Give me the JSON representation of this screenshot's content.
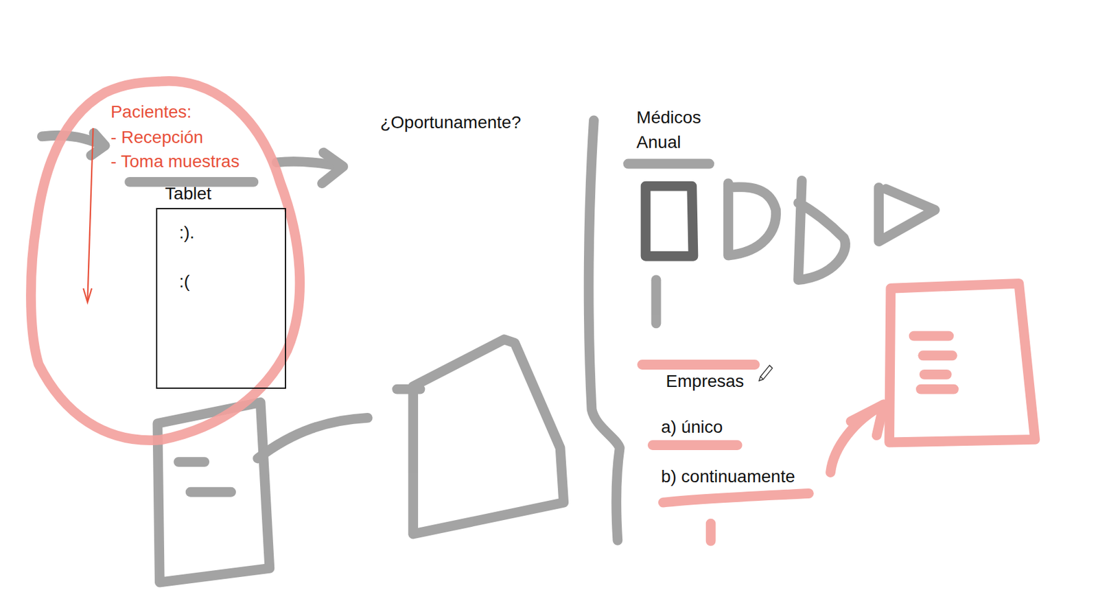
{
  "diagram": {
    "nodes": [
      {
        "text": [
          "Pacientes:",
          "- Recepción",
          "- Toma muestras"
        ]
      },
      {
        "text": [
          "Tablet",
          ":).",
          ":("
        ]
      }
    ],
    "labels": [
      "¿Oportunamente?",
      "Médicos",
      "Anual",
      "Empresas",
      "a) único",
      "b) continuamente"
    ]
  }
}
